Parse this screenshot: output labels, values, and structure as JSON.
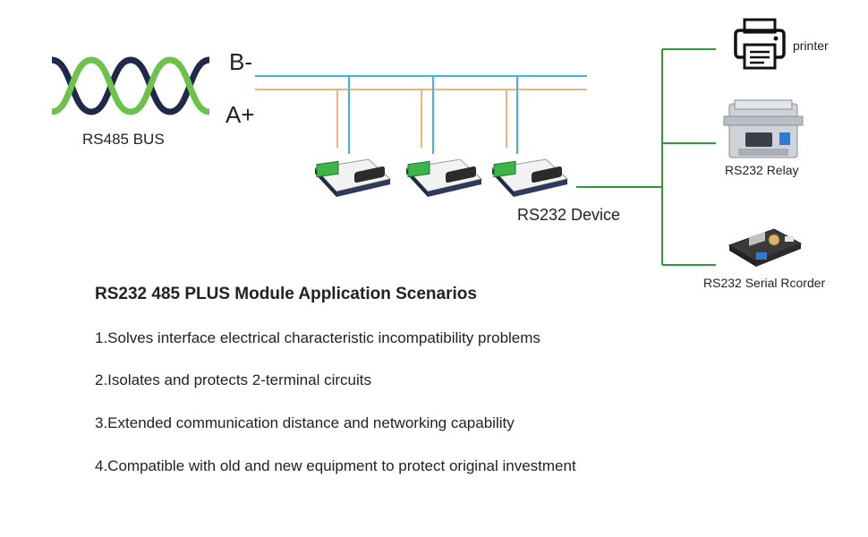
{
  "bus": {
    "label": "RS485 BUS",
    "b_minus": "B-",
    "a_plus": "A+"
  },
  "device_label": "RS232 Device",
  "devices": [
    {
      "label": "printer"
    },
    {
      "label": "RS232 Relay"
    },
    {
      "label": "RS232 Serial Rcorder"
    }
  ],
  "content": {
    "title": "RS232 485 PLUS Module Application Scenarios",
    "items": [
      "1.Solves interface electrical characteristic incompatibility problems",
      "2.Isolates and protects 2-terminal circuits",
      "3.Extended communication distance and networking capability",
      "4.Compatible with old and new equipment to protect original investment"
    ]
  },
  "colors": {
    "b_line": "#3fb4e0",
    "a_line": "#f0b27a",
    "green_wave": "#6cc24a",
    "navy_wave": "#1f2a4a",
    "branch_line": "#2e9a3a"
  }
}
